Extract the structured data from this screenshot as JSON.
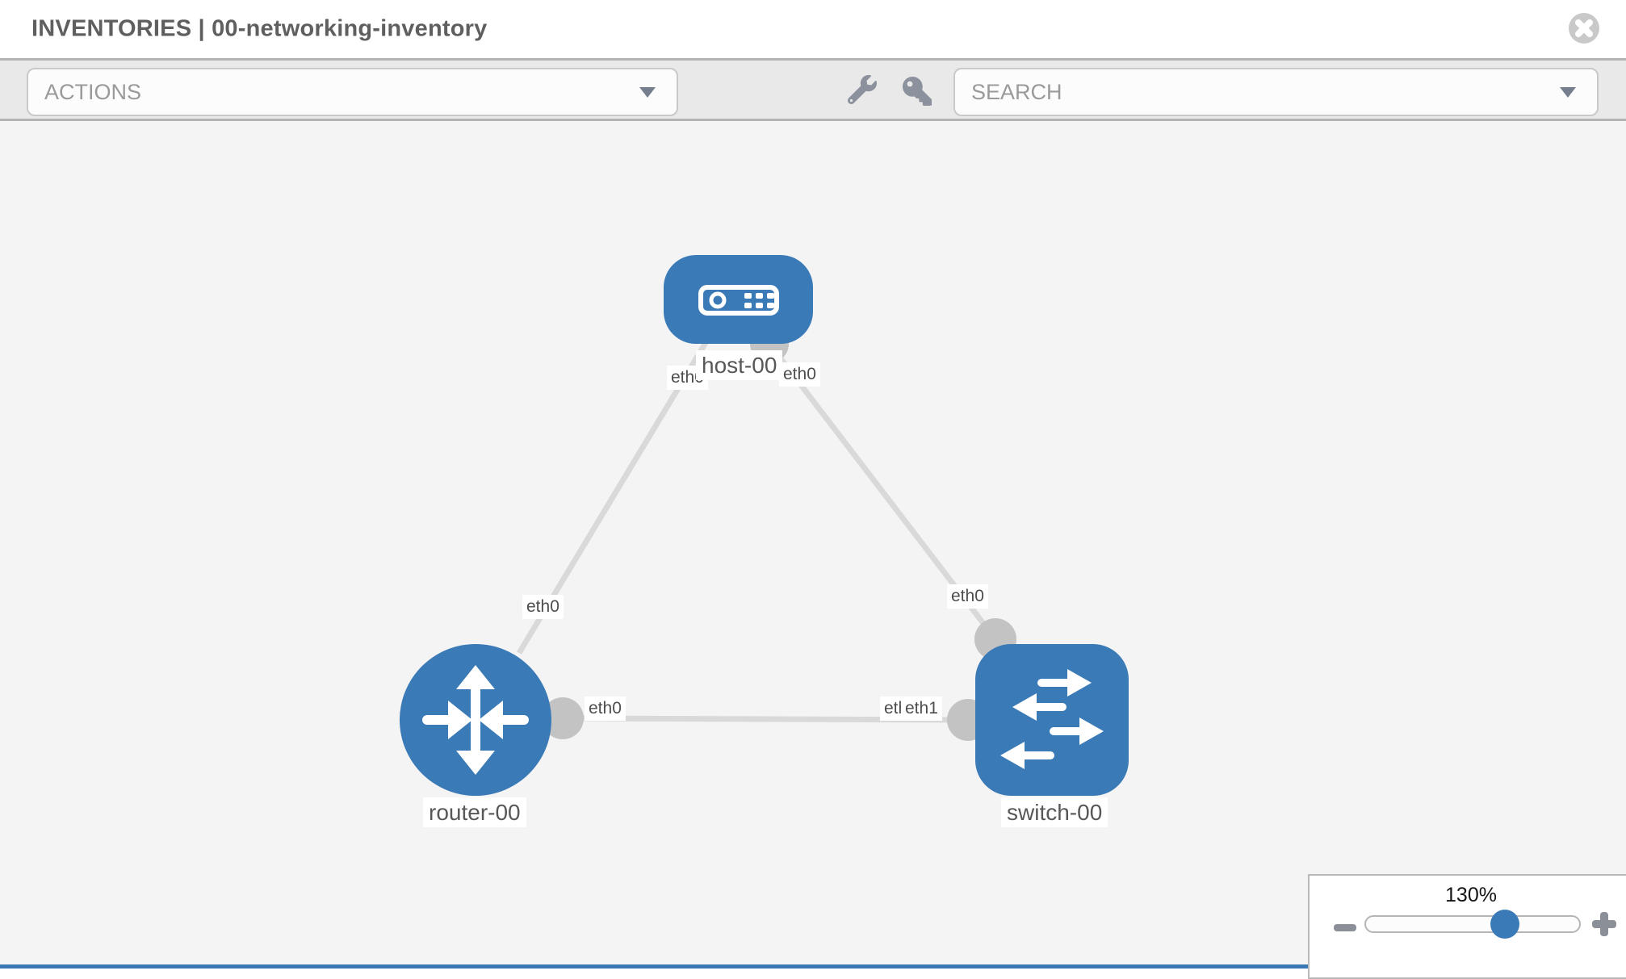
{
  "header": {
    "title": "INVENTORIES | 00-networking-inventory",
    "close_icon": "close-circle-x"
  },
  "toolbar": {
    "actions_placeholder": "ACTIONS",
    "search_placeholder": "SEARCH",
    "icons": {
      "wrench": "wrench-icon",
      "key": "key-icon",
      "caret": "caret-down-icon"
    }
  },
  "topology": {
    "nodes": {
      "host": {
        "label": "host-00",
        "type": "host"
      },
      "router": {
        "label": "router-00",
        "type": "router"
      },
      "switch": {
        "label": "switch-00",
        "type": "switch"
      }
    },
    "interfaces": {
      "host_left": "eth0",
      "host_right": "eth0",
      "link_host_router_mid": "eth0",
      "link_host_switch_mid": "eth0",
      "router_right": "eth0",
      "switch_left_back": "eth0",
      "switch_left_front": "eth1"
    },
    "links": [
      {
        "from": "host-00",
        "to": "router-00"
      },
      {
        "from": "host-00",
        "to": "switch-00"
      },
      {
        "from": "router-00",
        "to": "switch-00"
      }
    ],
    "colors": {
      "node_fill": "#3a7ab7",
      "link": "#d9d9d9",
      "connector": "#c3c3c3",
      "canvas_bg": "#f4f4f4",
      "bottom_bar": "#3a78b5"
    }
  },
  "zoom": {
    "level": "130%",
    "minus_icon": "minus-icon",
    "plus_icon": "plus-icon"
  }
}
